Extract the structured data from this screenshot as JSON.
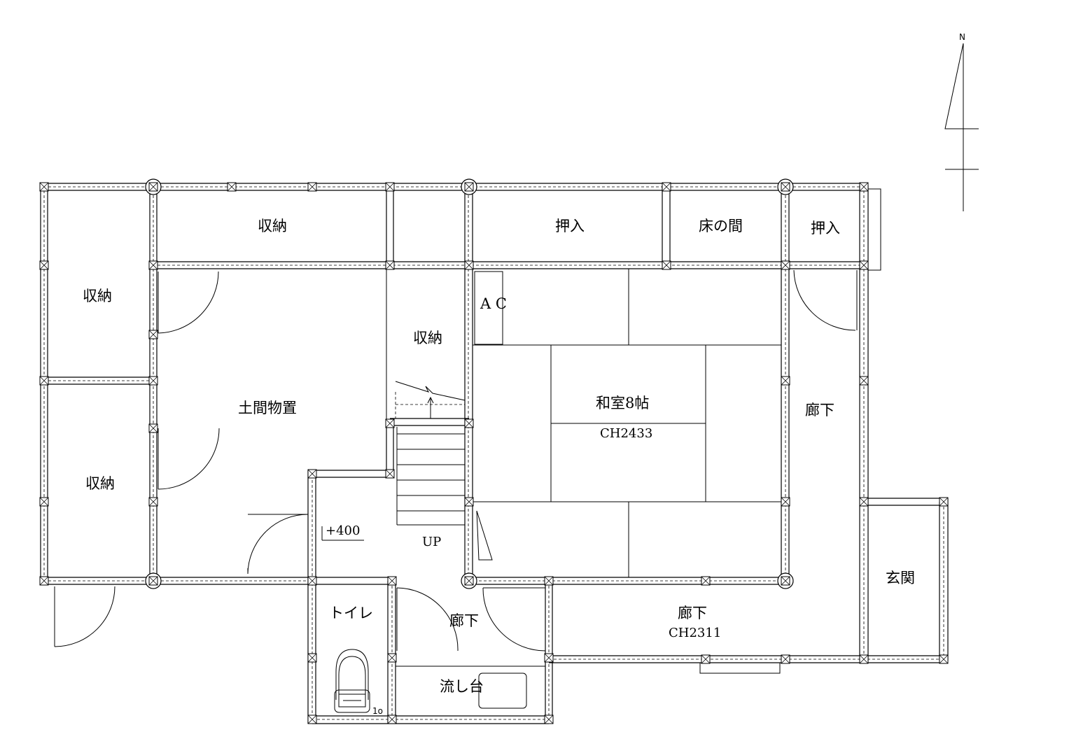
{
  "compass": {
    "north_label": "N"
  },
  "rooms": {
    "storage_top": "収納",
    "oshiire_left": "押入",
    "tokonoma": "床の間",
    "oshiire_right": "押入",
    "storage_left_upper": "収納",
    "storage_left_lower": "収納",
    "storage_center": "収納",
    "ac": "A C",
    "doma": "土間物置",
    "washitsu": "和室8帖",
    "washitsu_ch": "CH2433",
    "corridor_right": "廊下",
    "level": "+400",
    "stairs_up": "UP",
    "toilet": "トイレ",
    "corridor_small": "廊下",
    "corridor_main": "廊下",
    "corridor_main_ch": "CH2311",
    "entrance": "玄関",
    "sink": "流し台"
  },
  "fixtures": {
    "toilet_tank_label": "1o"
  }
}
